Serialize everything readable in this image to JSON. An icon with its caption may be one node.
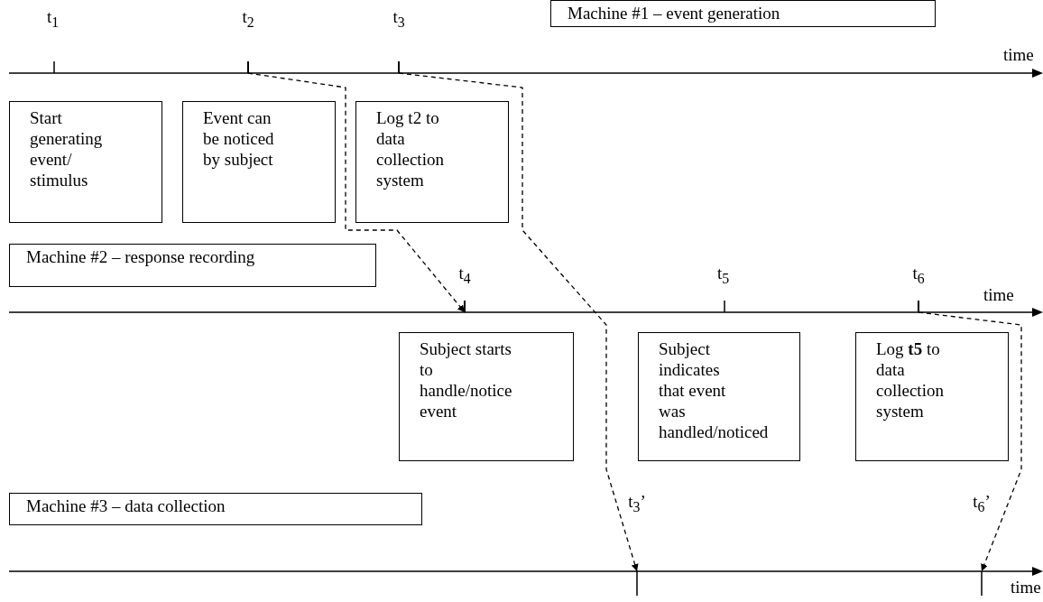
{
  "diagram": {
    "nodes": [
      {
        "text": [
          "t$_{2}$"
        ]
      },
      {
        "text": [
          "t$_{3}$"
        ]
      },
      {
        "text": [
          "Machine #1 – event generation"
        ]
      },
      {
        "text": [
          "Start generating event/ stimulus"
        ]
      },
      {
        "text": [
          "Event can be noticed by subject"
        ]
      },
      {
        "text": [
          "Log t2 to data collection system"
        ]
      },
      {
        "text": [
          "Machine #2 – response recording"
        ]
      },
      {
        "text": [
          "t$_{4}$"
        ]
      },
      {
        "text": [
          "t$_{6}$"
        ]
      },
      {
        "text": [
          "Subject starts to handle/notice event"
        ]
      },
      {
        "text": [
          "Subject indicates that event was handled/noticed"
        ]
      },
      {
        "text": [
          "Log **t5** to data collection system"
        ]
      },
      {
        "text": [
          "Machine #3 – data collection"
        ]
      },
      {
        "text": [
          "t$_{3}$’"
        ]
      },
      {
        "text": [
          "t$_{6}$’"
        ]
      }
    ],
    "edges": [
      {
        "from": 0,
        "to": 7,
        "arrow": "to",
        "style": "dashed"
      },
      {
        "from": 1,
        "to": 13,
        "arrow": "to",
        "style": "dashed"
      },
      {
        "from": 8,
        "to": 14,
        "arrow": "to",
        "style": "dashed"
      }
    ],
    "labels": [
      "t$_{1}$",
      "time",
      "t$_{5}$",
      "time",
      "time"
    ]
  }
}
